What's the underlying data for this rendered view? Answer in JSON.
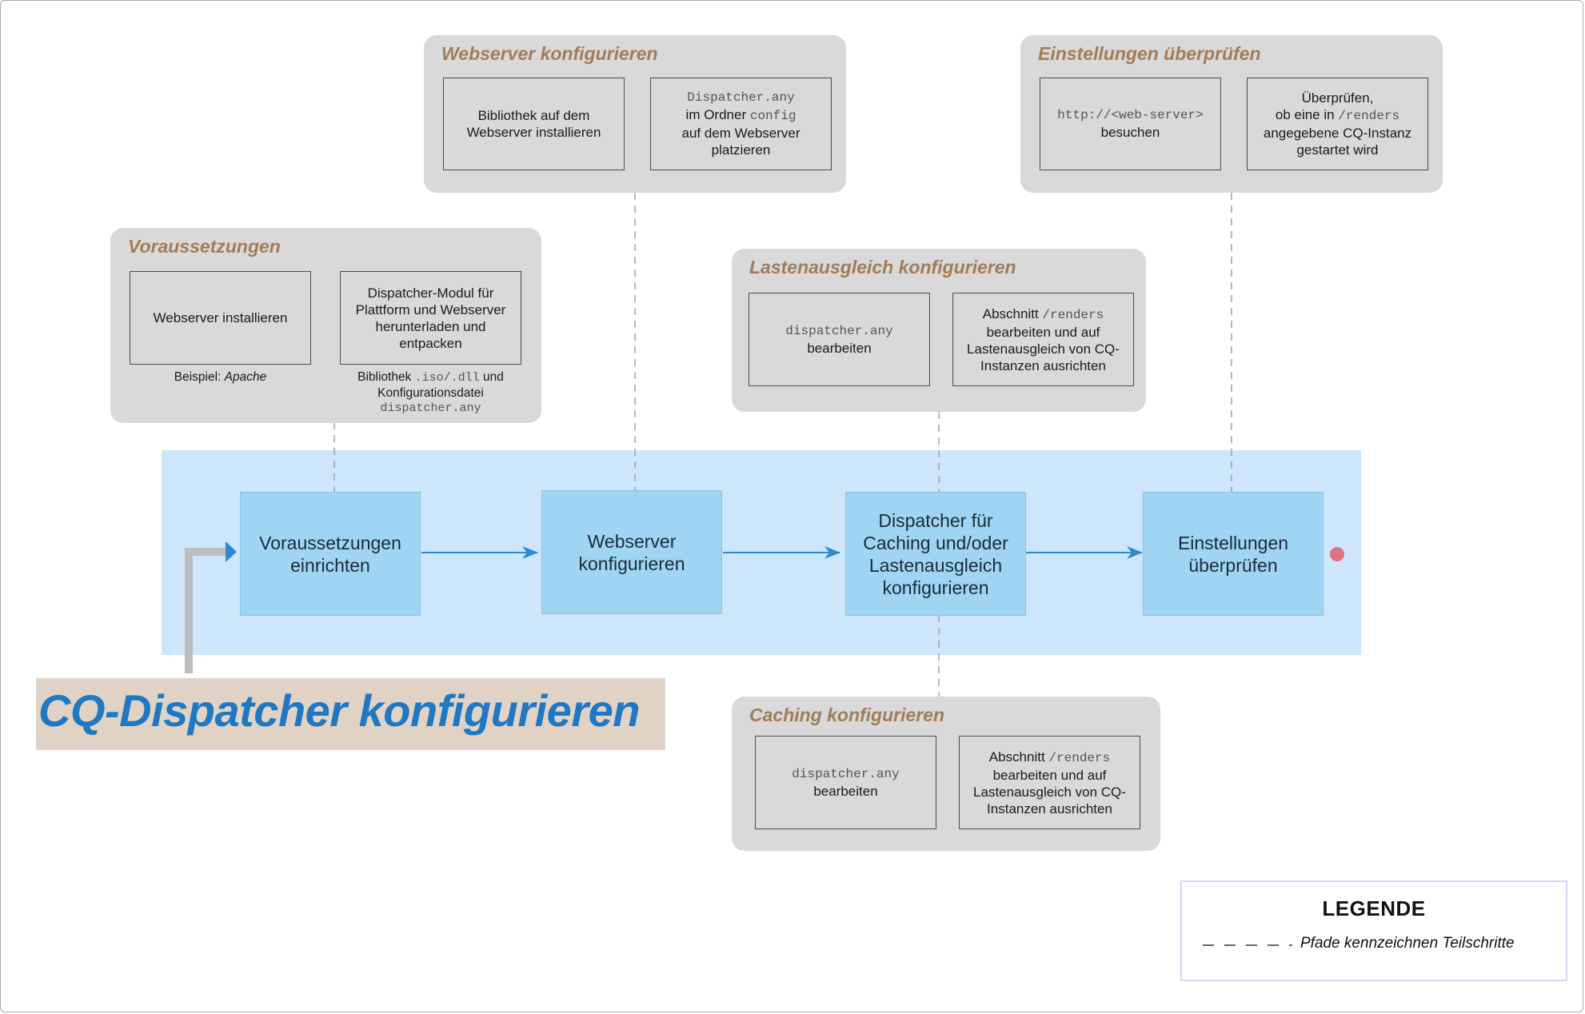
{
  "diagram": {
    "title": "CQ-Dispatcher konfigurieren",
    "main_steps": [
      {
        "label": "Voraussetzungen einrichten"
      },
      {
        "label": "Webserver konfigurieren"
      },
      {
        "label": "Dispatcher für Caching und/oder Lastenausgleich konfigurieren"
      },
      {
        "label": "Einstellungen überprüfen"
      }
    ],
    "panels": {
      "prerequisites": {
        "title": "Voraussetzungen",
        "box1": "Webserver installieren",
        "box2": "Dispatcher-Modul für Plattform und Webserver herunterladen und entpacken",
        "note1_prefix": "Beispiel: ",
        "note1_value": "Apache",
        "note2_a": "Bibliothek ",
        "note2_code1": ".iso/.dll",
        "note2_b": " und",
        "note2_c": "Konfigurationsdatei",
        "note2_code2": "dispatcher.any"
      },
      "webserver": {
        "title": "Webserver konfigurieren",
        "box1": "Bibliothek auf dem Webserver installieren",
        "box2_code1": "Dispatcher.any",
        "box2_a": "im Ordner ",
        "box2_code2": "config",
        "box2_b": "auf dem Webserver platzieren"
      },
      "verify": {
        "title": "Einstellungen überprüfen",
        "box1_code": "http://<web-server>",
        "box1_text": "besuchen",
        "box2_a": "Überprüfen,",
        "box2_b": "ob eine in ",
        "box2_code": "/renders",
        "box2_c": "angegebene CQ-Instanz gestartet wird"
      },
      "loadbalancing": {
        "title": "Lastenausgleich konfigurieren",
        "box1_code": "dispatcher.any",
        "box1_text": "bearbeiten",
        "box2_a": "Abschnitt ",
        "box2_code": "/renders",
        "box2_b": "bearbeiten und auf Lastenausgleich von CQ-Instanzen ausrichten"
      },
      "caching": {
        "title": "Caching konfigurieren",
        "box1_code": "dispatcher.any",
        "box1_text": "bearbeiten",
        "box2_a": "Abschnitt ",
        "box2_code": "/renders",
        "box2_b": "bearbeiten und auf Lastenausgleich von CQ-Instanzen ausrichten"
      }
    },
    "legend": {
      "title": "LEGENDE",
      "entry": "Pfade kennzeichnen Teilschritte"
    },
    "colors": {
      "panel": "#d9d9d9",
      "panel_title": "#a27c56",
      "band": "#cde6fb",
      "step": "#9fd5f3",
      "arrow": "#2a8ad4",
      "title_text": "#1f78c1",
      "title_bg": "#e0d3c6",
      "end_marker": "#e07382"
    }
  }
}
